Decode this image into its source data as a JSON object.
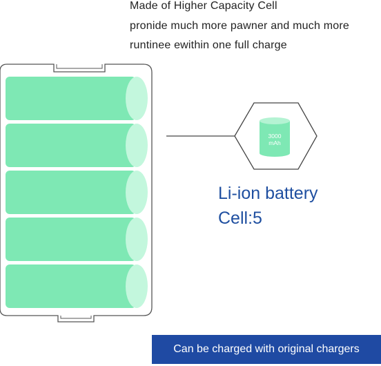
{
  "intro": {
    "line1": "Made of Higher Capacity Cell",
    "line2": "pronide much more pawner and much more",
    "line3": "runtinee ewithin one full charge"
  },
  "cell_icon": {
    "capacity": "3000",
    "unit": "mAh"
  },
  "battery": {
    "type": "Li-ion battery",
    "cells": "Cell:5"
  },
  "banner": {
    "text": "Can be charged with original chargers"
  },
  "colors": {
    "cell_green": "#7ee8b4",
    "cell_cap": "#c3f7dd",
    "title_blue": "#1f4fa0",
    "banner_blue": "#1f4aa3"
  }
}
